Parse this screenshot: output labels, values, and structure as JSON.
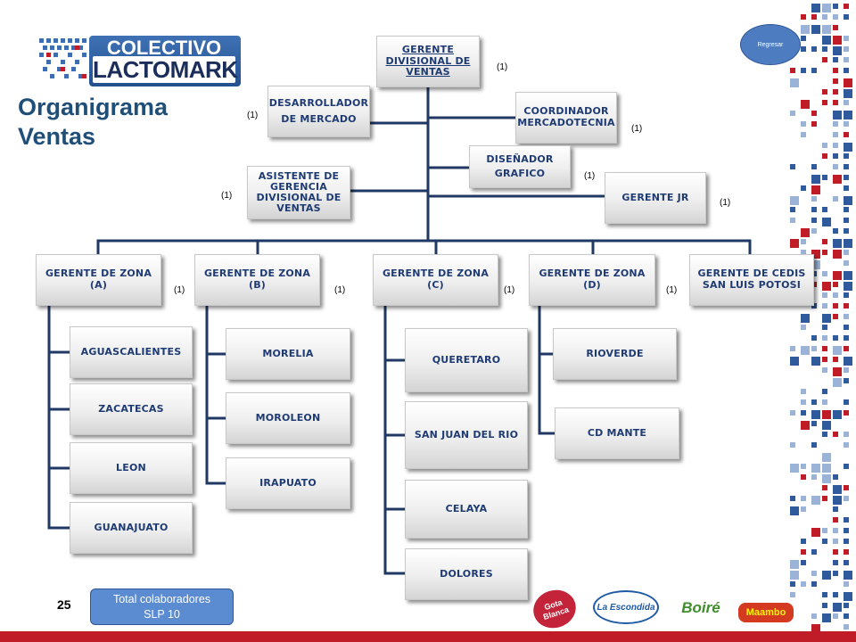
{
  "logo": {
    "line1": "COLECTIVO",
    "line2": "LACTOMARK"
  },
  "title": {
    "line1": "Organigrama",
    "line2": "Ventas"
  },
  "regresar_label": "Regresar",
  "page_number": "25",
  "total_colaboradores": {
    "line1": "Total colaboradores",
    "line2": "SLP 10"
  },
  "colors": {
    "accent": "#1f4e79",
    "line": "#1f3864",
    "box_text": "#1f3b73",
    "button": "#4d7cc0",
    "footer_red": "#c01c28"
  },
  "org": {
    "gerente_divisional": {
      "label": "GERENTE DIVISIONAL DE VENTAS",
      "count": "(1)"
    },
    "desarrollador": {
      "label": "DESARROLLADOR DE MERCADO",
      "count": "(1)"
    },
    "coordinador": {
      "label": "COORDINADOR MERCADOTECNIA",
      "count": "(1)"
    },
    "disenador": {
      "label": "DISEÑADOR GRAFICO",
      "count": "(1)"
    },
    "asistente": {
      "label": "ASISTENTE DE GERENCIA DIVISIONAL DE VENTAS",
      "count": "(1)"
    },
    "gerente_jr": {
      "label": "GERENTE JR",
      "count": "(1)"
    },
    "zona_a": {
      "label": "GERENTE DE ZONA (A)",
      "count": "(1)",
      "cities": [
        "AGUASCALIENTES",
        "ZACATECAS",
        "LEON",
        "GUANAJUATO"
      ]
    },
    "zona_b": {
      "label": "GERENTE DE ZONA (B)",
      "count": "(1)",
      "cities": [
        "MORELIA",
        "MOROLEON",
        "IRAPUATO"
      ]
    },
    "zona_c": {
      "label": "GERENTE DE ZONA (C)",
      "count": "(1)",
      "cities": [
        "QUERETARO",
        "SAN JUAN DEL RIO",
        "CELAYA",
        "DOLORES"
      ]
    },
    "zona_d": {
      "label": "GERENTE DE ZONA (D)",
      "count": "(1)",
      "cities": [
        "RIOVERDE",
        "CD MANTE"
      ]
    },
    "cedis": {
      "label": "GERENTE DE CEDIS SAN LUIS POTOSI"
    }
  },
  "brands": [
    "Gota Blanca",
    "La Escondida",
    "Boiré",
    "Maambo"
  ]
}
